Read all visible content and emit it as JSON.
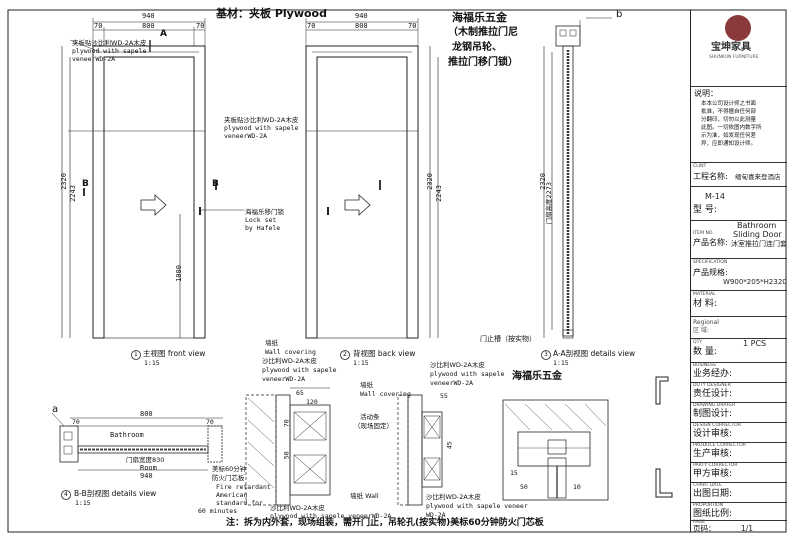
{
  "header": {
    "material_title": "基材：夹板 Plywood",
    "hardware_title": "海福乐五金",
    "hardware_note": [
      "（木制推拉门尼",
      "龙钢吊轮、",
      "推拉门移门锁）"
    ]
  },
  "dims": {
    "total_width": "940",
    "inner_width": "800",
    "side_70": "70",
    "height_2320": "2320",
    "height_2243": "2243",
    "height_1000": "1000",
    "door_height_text": "门扇高度2273",
    "b_width": "800",
    "b_opening": "门扇宽度830",
    "d65": "65",
    "d120": "120",
    "d70": "70",
    "d50": "50",
    "d55": "55",
    "d45": "45",
    "d15": "15",
    "d50b": "50",
    "d10": "10"
  },
  "labels": {
    "A": "A",
    "B": "B",
    "a": "a",
    "b": "b",
    "veneer_note_1": "夹板贴沙比利WD-2A木皮",
    "veneer_note_2": "plywood with sapele",
    "veneer_note_3": "veneerWD-2A",
    "veneer_mid_1": "夹板贴沙比利WD-2A木皮",
    "veneer_mid_2": "plywood with sapele",
    "veneer_mid_3": "veneerWD-2A",
    "lock_1": "海福乐移门锁",
    "lock_2": "Lock set",
    "lock_3": "by Hafele",
    "groove": "门止槽（按实物）",
    "front_view": "主视图 front view",
    "back_view": "背视图 back view",
    "aa_view": "A-A剖视图 details view",
    "bb_view": "B-B剖视图 details view",
    "scale": "1:15",
    "bathroom": "Bathroom",
    "room": "Room",
    "fire_1": "美标60分钟",
    "fire_2": "防火门芯板",
    "fire_3": "Fire retardant",
    "fire_4": "American",
    "fire_5": "standard for",
    "fire_6": "60 minutes",
    "wall_cover_cn": "墙纸",
    "wall_cover_en": "Wall covering",
    "sapele_1": "沙比利WD-2A木皮",
    "sapele_2": "plywood with sapele",
    "sapele_3": "veneerWD-2A",
    "sapele_b1": "沙比利WD-2A木皮",
    "sapele_b2": "plywood with sapele veneerWD-2A",
    "wall_cn": "墙纸 Wall",
    "movable_1": "活动条",
    "movable_2": "（现场固定）",
    "hafele_detail": "海福乐五金",
    "sapele_c1": "沙比利WD-2A木皮",
    "sapele_c2": "plywood with sapele veneer",
    "sapele_c3": "WD-2A",
    "note": "注：拆为内外套，现场组装，需开门止，吊轮孔(按实物)美标60分钟防火门芯板",
    "view_no_1": "1",
    "view_no_2": "2",
    "view_no_3": "3",
    "view_no_4": "4"
  },
  "titleblock": {
    "brand_cn": "宝坤家具",
    "brand_en": "SHUNKUN FURNITURE",
    "desc_title": "说明：",
    "desc_lines": [
      "本本公司设计师之书面",
      "批准，不得擅自任何部",
      "分翻印，切勿以此测量",
      "此图。一切依图内数字所",
      "示为准，如发现任何差",
      "异，应即通知设计师。"
    ],
    "client_en": "CLINT",
    "client_cn": "工程名称:",
    "client_val": "缅甸喜来登酒店",
    "code_val": "M-14",
    "code_cn": "型  号:",
    "item_en": "ITEM NO.",
    "item_cn": "产品名称:",
    "item_val_1": "Bathroom",
    "item_val_2": "Sliding Door",
    "item_val_3": "沐室推拉门连门套",
    "spec_en": "SPECIFICATION",
    "spec_cn": "产品规格:",
    "spec_val": "W900*205*H2320",
    "mat_en": "MATERIAL",
    "mat_cn": "材  料:",
    "region_en": "Regional",
    "region_cn": "区 域:",
    "qty_en": "QTY",
    "qty_cn": "数  量:",
    "qty_val": "1 PCS",
    "biz_en": "BUSINESS",
    "biz_cn": "业务经办:",
    "duty_en": "DUTY DESIGNER",
    "duty_cn": "责任设计:",
    "draw_en": "DRAWING DRAFER",
    "draw_cn": "制图设计:",
    "design_en": "DESIGN CORRECTOR",
    "design_cn": "设计审核:",
    "prod_en": "PRODUCE CORRECTOR",
    "prod_cn": "生产审核:",
    "party_en": "PARTY CORRECTOR",
    "party_cn": "甲方审核:",
    "date_en": "CHART DATE",
    "date_cn": "出图日期:",
    "num_en": "PROPORTION",
    "num_cn": "图纸比例:",
    "page_en": "PAGE",
    "page_cn": "页码：",
    "page_val": "1/1"
  }
}
